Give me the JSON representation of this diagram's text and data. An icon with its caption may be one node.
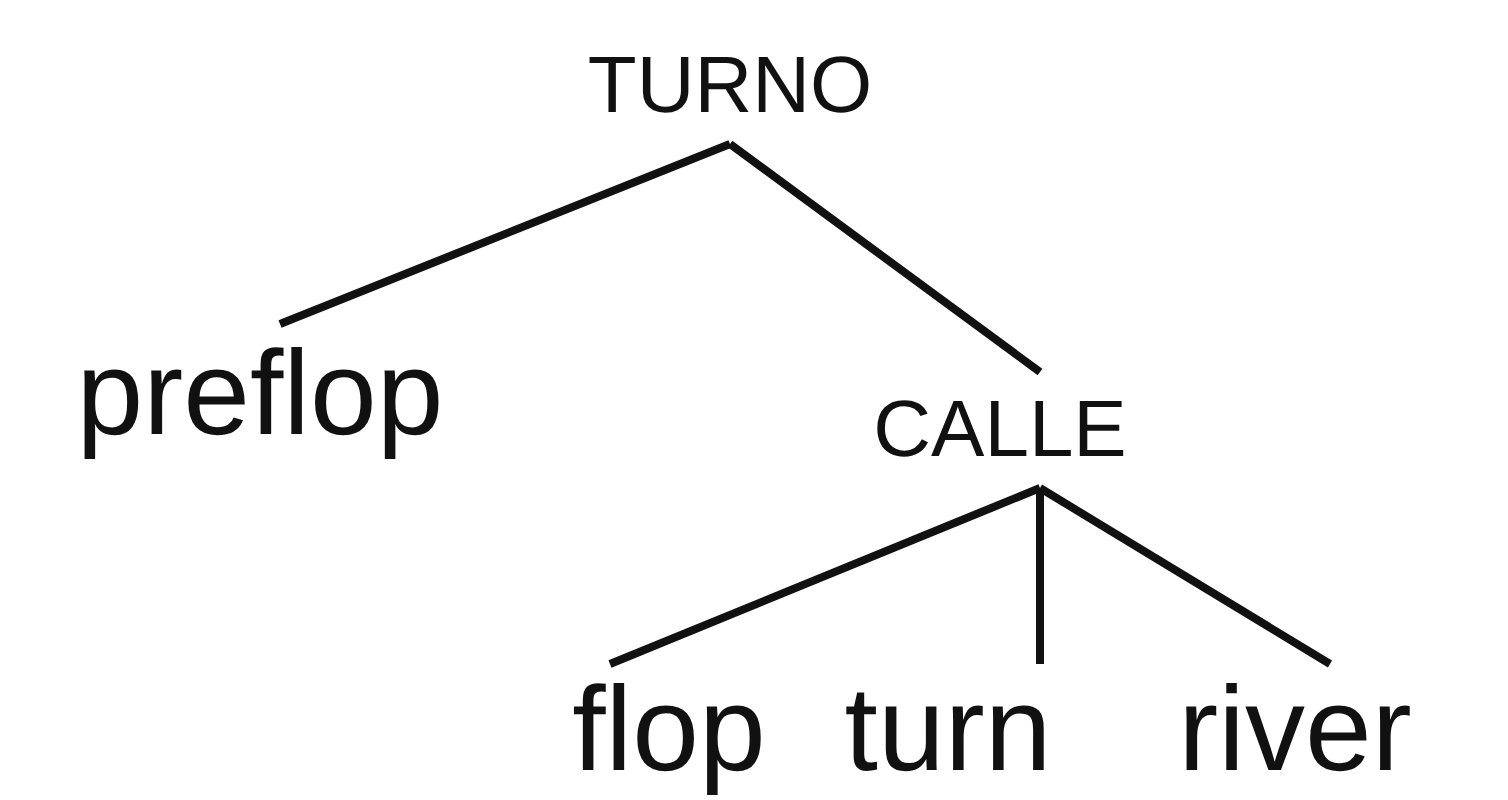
{
  "diagram": {
    "nodes": [
      {
        "text": [
          "TURNO"
        ]
      },
      {
        "text": [
          "preflop"
        ]
      },
      {
        "text": [
          "CALLE"
        ]
      },
      {
        "text": [
          "flop"
        ]
      },
      {
        "text": [
          "turn"
        ]
      },
      {
        "text": [
          "river"
        ]
      }
    ],
    "edges": [
      {
        "from": 0,
        "to": 1,
        "arrow": "none"
      },
      {
        "from": 0,
        "to": 2,
        "arrow": "none"
      },
      {
        "from": 2,
        "to": 3,
        "arrow": "none"
      },
      {
        "from": 2,
        "to": 4,
        "arrow": "none"
      },
      {
        "from": 2,
        "to": 5,
        "arrow": "none"
      }
    ]
  }
}
